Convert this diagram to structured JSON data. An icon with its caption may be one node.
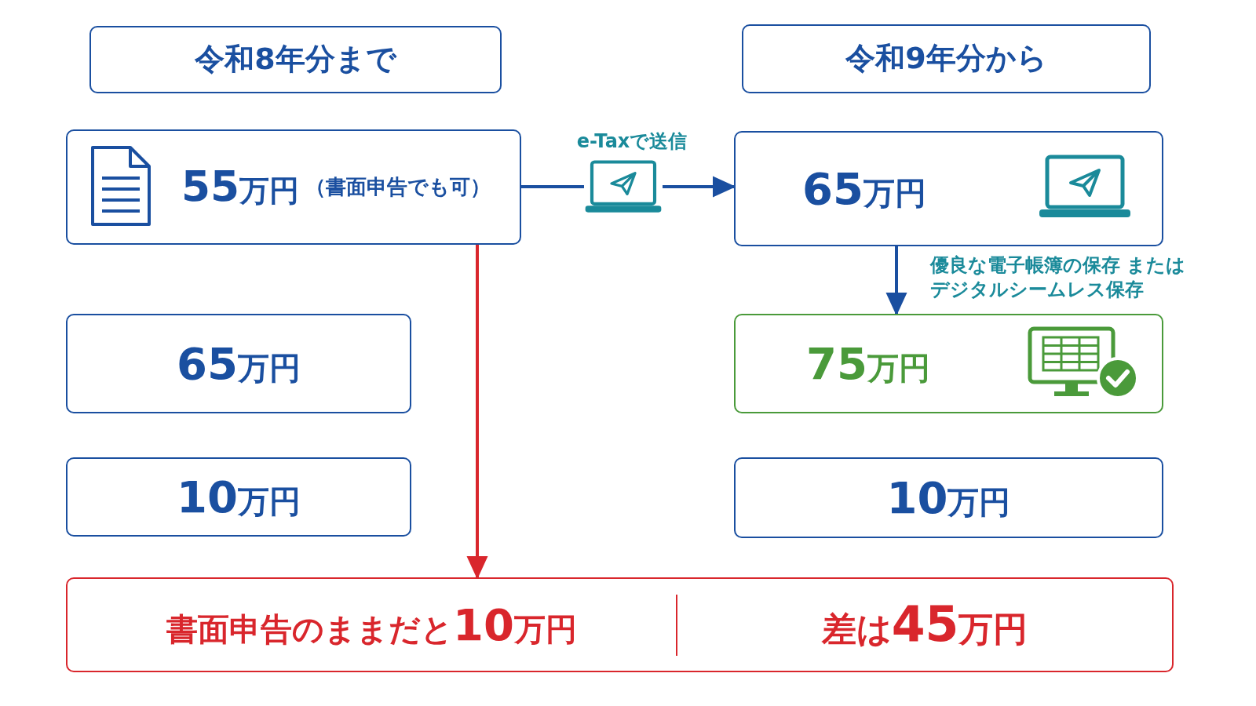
{
  "diagram": {
    "nodes": [
      {
        "text": [
          "令和8年分まで"
        ]
      },
      {
        "text": [
          "令和9年分から"
        ]
      },
      {
        "text": [
          "55万円",
          "（書面申告でも可）"
        ]
      },
      {
        "text": [
          "65万円"
        ]
      },
      {
        "text": [
          "65万円"
        ]
      },
      {
        "text": [
          "75万円"
        ]
      },
      {
        "text": [
          "10万円"
        ]
      },
      {
        "text": [
          "10万円"
        ]
      },
      {
        "text": [
          "書面申告のままだと10万円",
          "差は45万円"
        ]
      }
    ],
    "edges": [
      {
        "from": 2,
        "to": 3,
        "arrow": "to",
        "label": "e-Taxで送信"
      },
      {
        "from": 3,
        "to": 5,
        "arrow": "to",
        "label": "優良な電子帳簿の保存 またはデジタルシームレス保存"
      },
      {
        "from": 2,
        "to": 8,
        "arrow": "to",
        "color": "#d9262c"
      }
    ]
  }
}
